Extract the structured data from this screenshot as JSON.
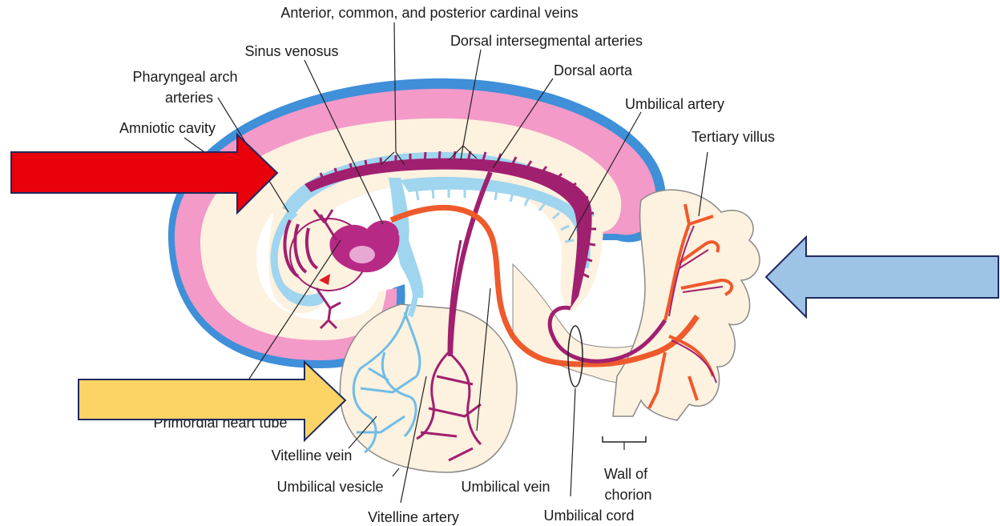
{
  "labels": {
    "cardinal_veins": "Anterior, common, and posterior cardinal veins",
    "dorsal_intersegmental": "Dorsal intersegmental arteries",
    "sinus_venosus": "Sinus venosus",
    "dorsal_aorta": "Dorsal aorta",
    "pharyngeal_line1": "Pharyngeal arch",
    "pharyngeal_line2": "arteries",
    "umbilical_artery": "Umbilical artery",
    "amniotic_cavity": "Amniotic cavity",
    "tertiary_villus": "Tertiary villus",
    "primordial_heart_tube": "Primordial heart tube",
    "vitelline_vein": "Vitelline vein",
    "umbilical_vesicle": "Umbilical vesicle",
    "umbilical_vein": "Umbilical vein",
    "wall_of_chorion_line1": "Wall of",
    "wall_of_chorion_line2": "chorion",
    "vitelline_artery": "Vitelline artery",
    "umbilical_cord": "Umbilical cord"
  },
  "arrows": {
    "red": "#e8000b",
    "yellow": "#fcd465",
    "blue": "#9dc3e6",
    "outline": "#1f2a60"
  },
  "colors": {
    "amnion_pink": "#f39ac8",
    "amnion_blue": "#3f8fd9",
    "embryo_cream": "#fdf1df",
    "vein_blue": "#9fd5ef",
    "artery_purple": "#a0206f",
    "umbilical_orange": "#ee5a2c"
  }
}
